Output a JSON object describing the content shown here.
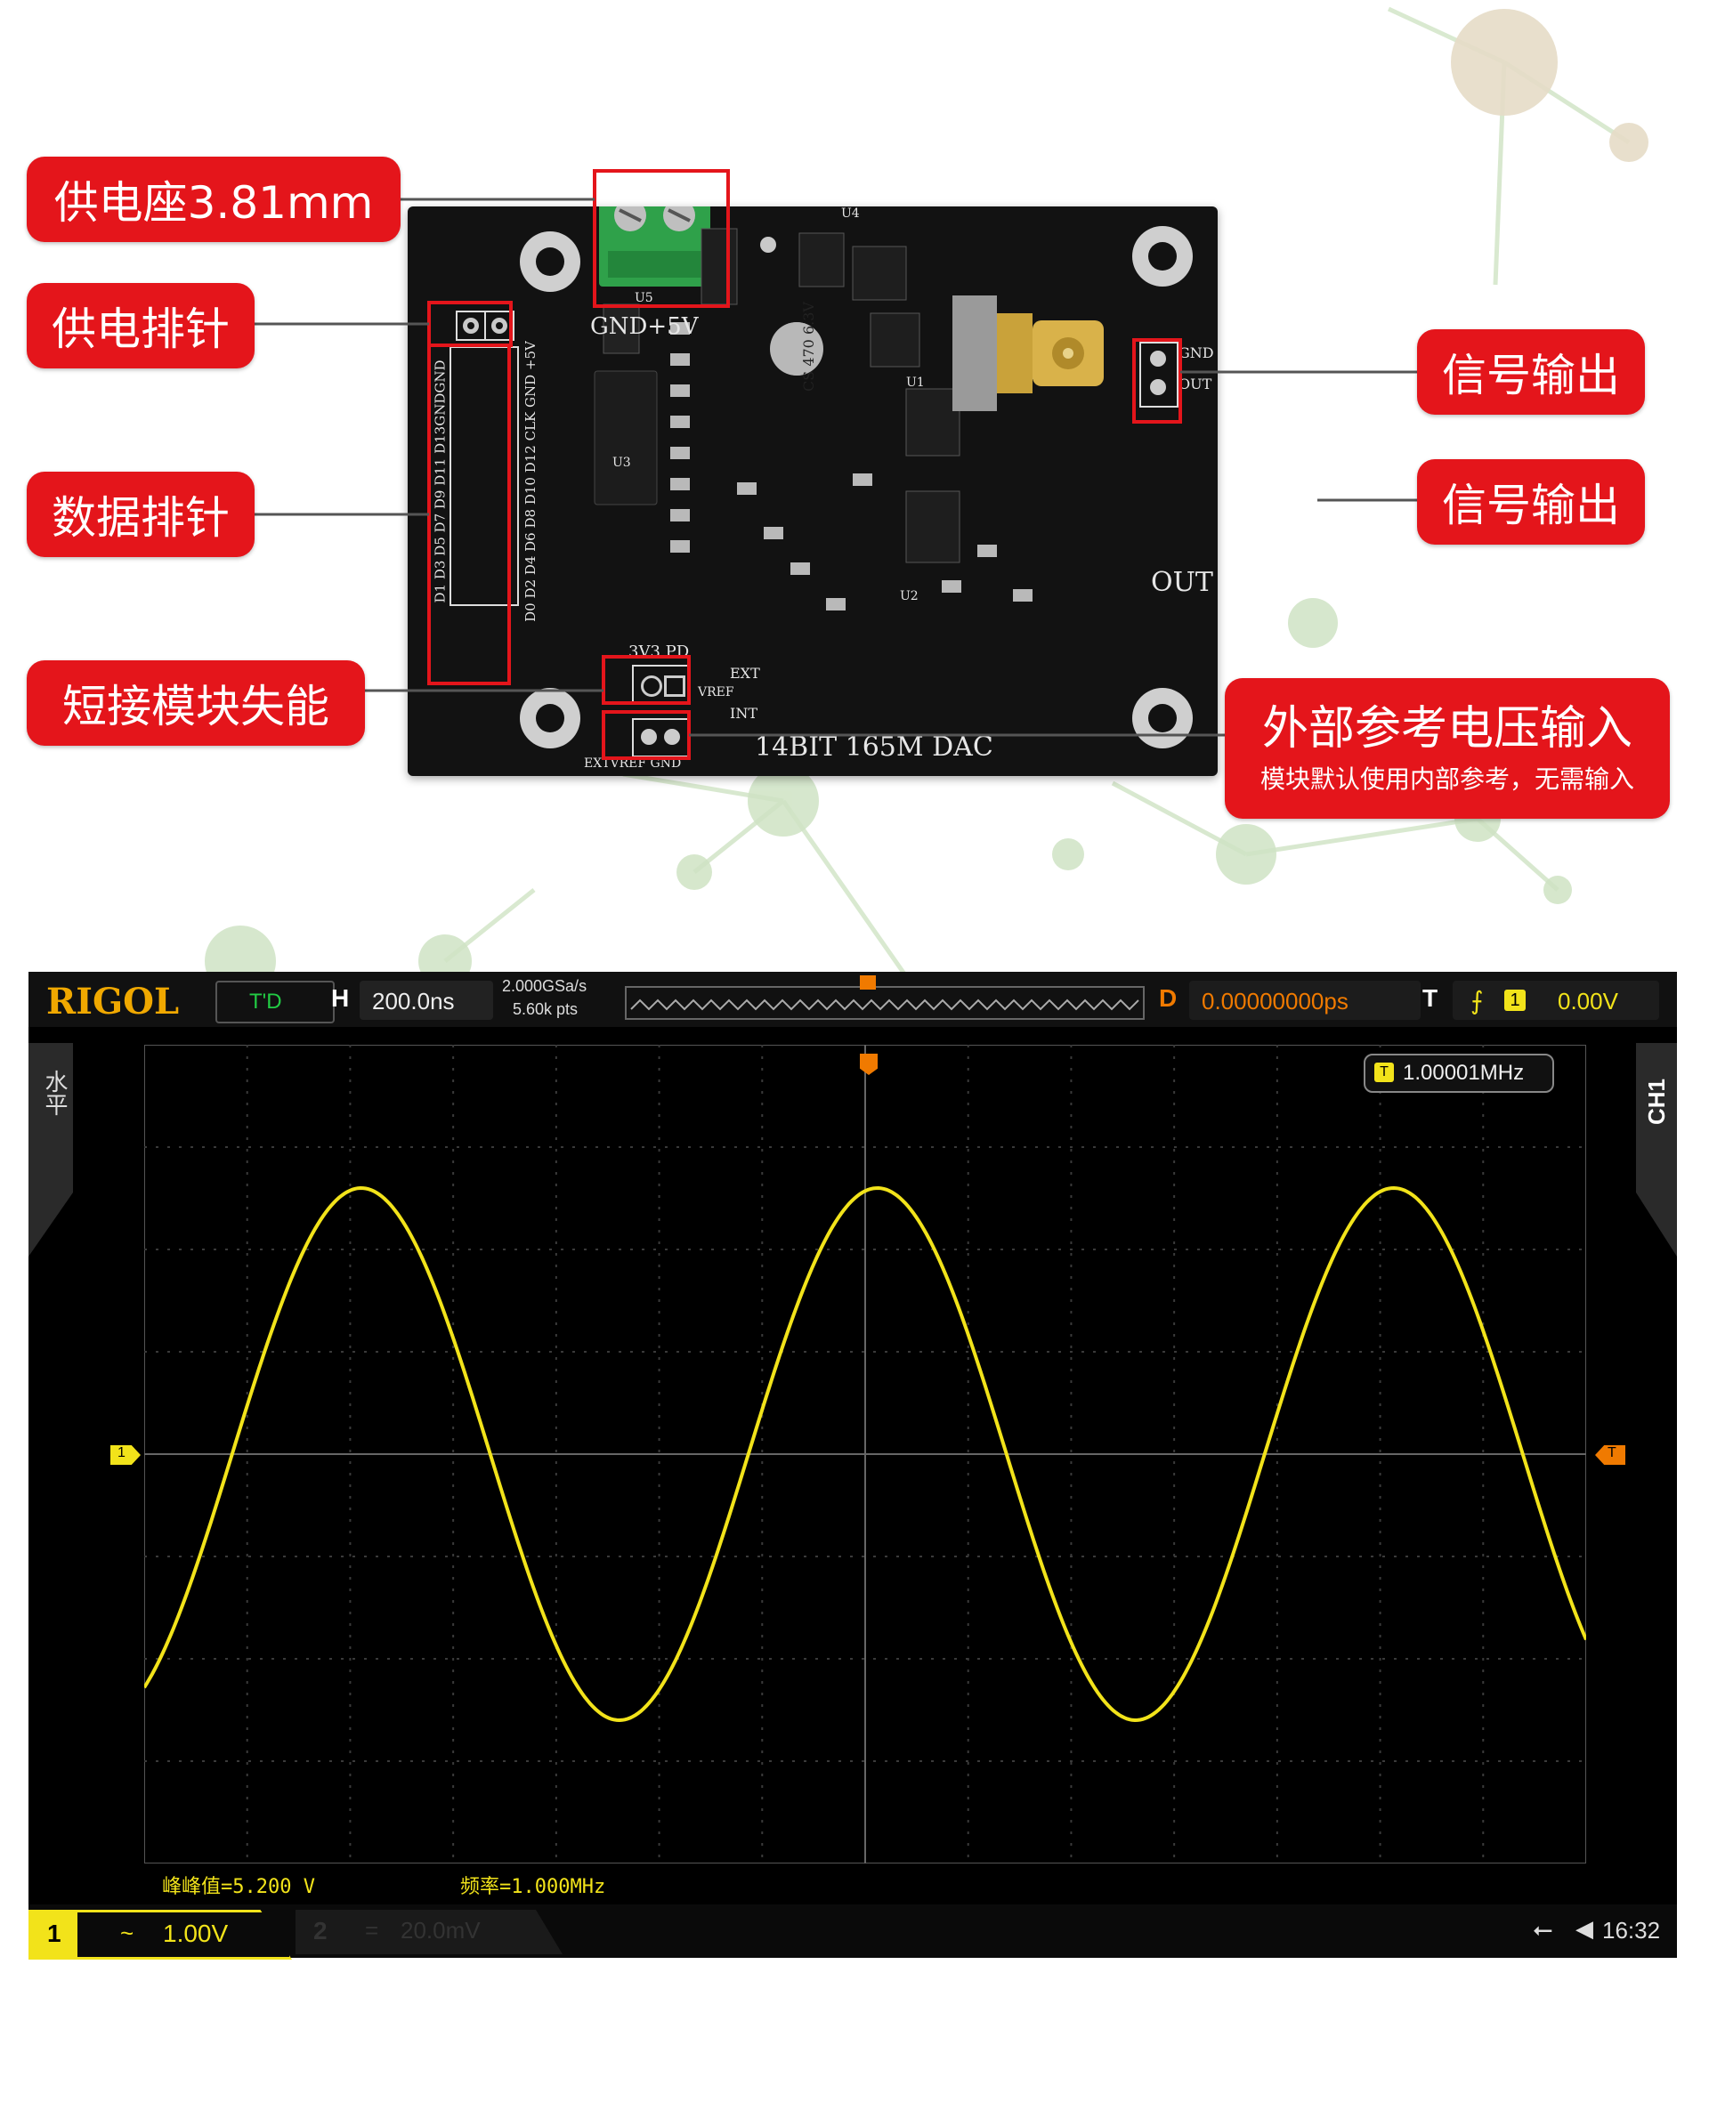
{
  "callouts": {
    "power_socket": "供电座3.81mm",
    "power_header": "供电排针",
    "data_header": "数据排针",
    "short_disable": "短接模块失能",
    "signal_out_1": "信号输出",
    "signal_out_2": "信号输出",
    "ext_ref_title": "外部参考电压输入",
    "ext_ref_note": "模块默认使用内部参考，无需输入"
  },
  "pcb": {
    "power_label": "GND+5V",
    "board_title": "14BIT 165M DAC",
    "out_label": "OUT",
    "gnd_pin": "GND",
    "out_pin": "OUT",
    "jumper_top": "3V3  PD",
    "jumper_bottom": "EXTVREF GND",
    "cap_label": "CS 470 6.3V",
    "header_left": "D1 D3 D5 D7 D9 D11 D13GNDGND",
    "header_right": "D0 D2 D4 D6 D8 D10 D12 CLK GND +5V",
    "chip_u3": "U3",
    "chip_u5": "U5",
    "chip_u4": "U4",
    "chip_u1": "U1",
    "chip_u2": "U2",
    "ext": "EXT",
    "int": "INT",
    "vref": "VREF"
  },
  "scope": {
    "brand": "RIGOL",
    "mode": "T'D",
    "h_label": "H",
    "timebase": "200.0ns",
    "sample_rate": "2.000GSa/s",
    "points": "5.60k pts",
    "d_label": "D",
    "delay": "0.00000000ps",
    "t_label": "T",
    "trig_channel": "1",
    "trig_level": "0.00V",
    "side_left": "水平",
    "side_right": "CH1",
    "freq_badge": "1.00001MHz",
    "marker_ch": "1",
    "marker_t": "T",
    "meas_vpp": "峰峰值=5.200 V",
    "meas_freq": "频率=1.000MHz",
    "ch1_num": "1",
    "ch1_coupling": "~",
    "ch1_scale": "1.00V",
    "ch2_num": "2",
    "ch2_coupling": "=",
    "ch2_scale": "20.0mV",
    "clock": "16:32",
    "usb_icon": "usb-icon",
    "speaker_icon": "speaker-icon",
    "trace_color": "#f2e31a",
    "callout_color": "#e4151b"
  }
}
